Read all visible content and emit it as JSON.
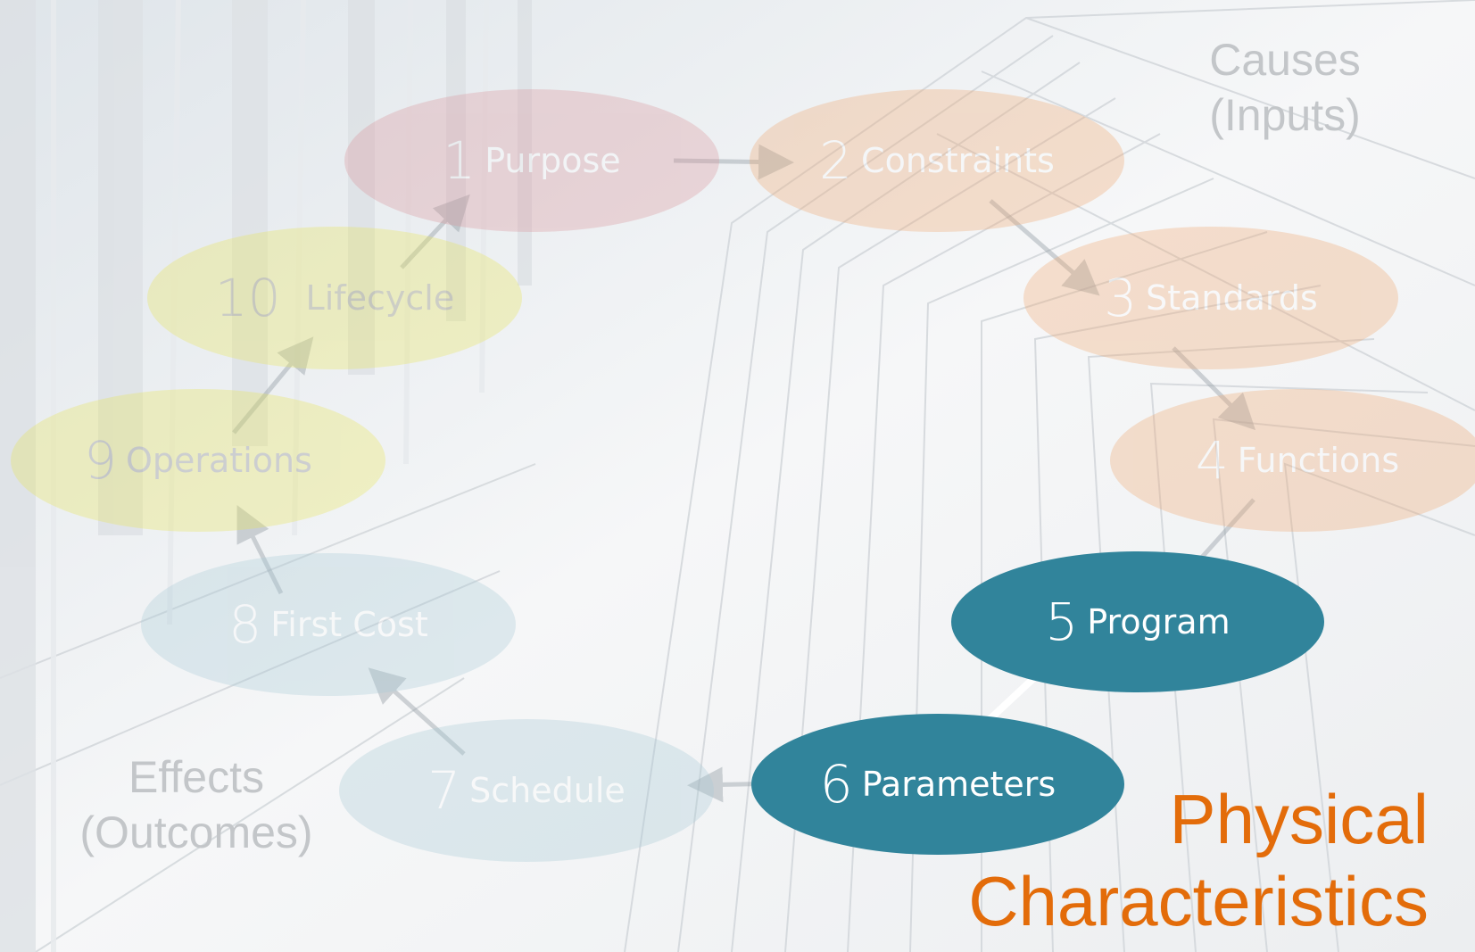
{
  "nodes": {
    "n1": {
      "num": "1",
      "label": "Purpose"
    },
    "n2": {
      "num": "2",
      "label": "Constraints"
    },
    "n3": {
      "num": "3",
      "label": "Standards"
    },
    "n4": {
      "num": "4",
      "label": "Functions"
    },
    "n5": {
      "num": "5",
      "label": "Program"
    },
    "n6": {
      "num": "6",
      "label": "Parameters"
    },
    "n7": {
      "num": "7",
      "label": "Schedule"
    },
    "n8": {
      "num": "8",
      "label": "First Cost"
    },
    "n9": {
      "num": "9",
      "label": "Operations"
    },
    "n10": {
      "num": "10",
      "label": "Lifecycle"
    }
  },
  "labels": {
    "causes_line1": "Causes",
    "causes_line2": "(Inputs)",
    "effects_line1": "Effects",
    "effects_line2": "(Outcomes)",
    "highlight_line1": "Physical",
    "highlight_line2": "Characteristics"
  },
  "colors": {
    "active": "#31849b",
    "highlight_text": "#e36c0a",
    "purpose": "#d9959b",
    "inputs": "#f0a871",
    "outcomes": "#a8cad6",
    "lifecycle": "#e8e55a"
  }
}
